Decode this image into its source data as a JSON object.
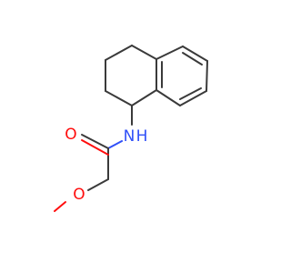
{
  "molecule": {
    "atoms": {
      "carbonyl_oxygen": {
        "symbol": "O",
        "color": "#ff0d0d"
      },
      "amide_nitrogen": {
        "symbol": "N",
        "color": "#3050f8"
      },
      "amide_hydrogen": {
        "symbol": "H",
        "color": "#3050f8"
      },
      "ether_oxygen": {
        "symbol": "O",
        "color": "#ff0d0d"
      }
    },
    "colors": {
      "bond": "#3a3a3a",
      "oxygen": "#ff0d0d",
      "nitrogen": "#3050f8",
      "background": "#ffffff"
    }
  }
}
